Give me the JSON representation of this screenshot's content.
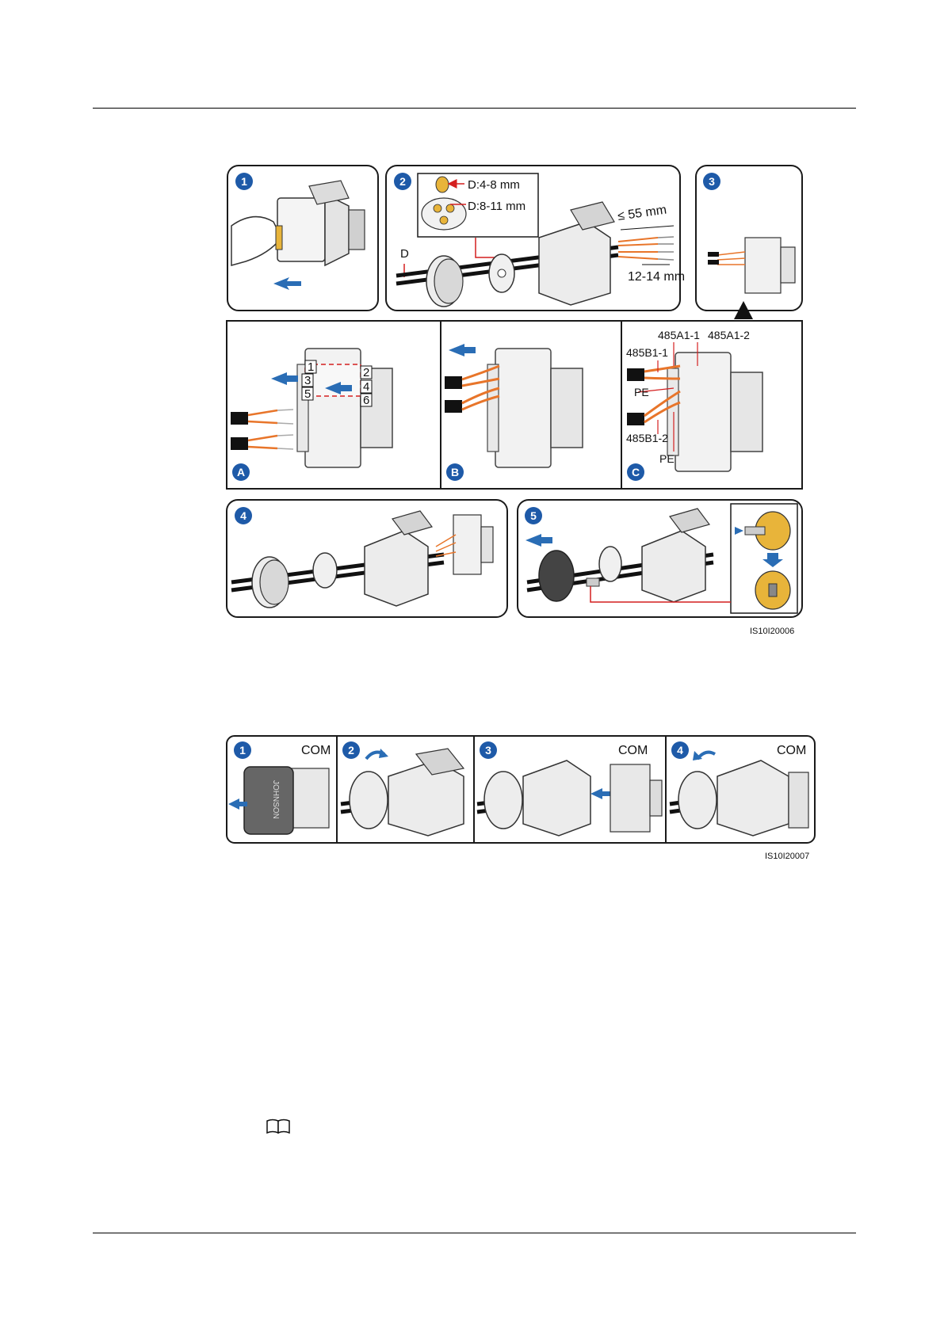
{
  "figure1": {
    "step_numbers": [
      "1",
      "2",
      "3",
      "4",
      "5"
    ],
    "sub_letters": [
      "A",
      "B",
      "C"
    ],
    "dim_d_small": "D:4-8 mm",
    "dim_d_large": "D:8-11 mm",
    "dim_d": "D",
    "strip_length": "≤ 55 mm",
    "strip_end": "12-14 mm",
    "pin_numbers": [
      "1",
      "2",
      "3",
      "4",
      "5",
      "6"
    ],
    "wire_labels": {
      "a1_1": "485A1-1",
      "a1_2": "485A1-2",
      "b1_1": "485B1-1",
      "b1_2": "485B1-2",
      "pe_top": "PE",
      "pe_bottom": "PE"
    },
    "figure_id": "IS10I20006"
  },
  "figure2": {
    "step_numbers": [
      "1",
      "2",
      "3",
      "4"
    ],
    "com_label": "COM",
    "brand_text": "JOHNSON",
    "figure_id": "IS10I20007"
  },
  "colors": {
    "badge": "#1e5aa8",
    "arrow": "#2a6db5",
    "wire_orange": "#e8752a",
    "red_line": "#d41f1f",
    "frame": "#1a1a1a"
  }
}
